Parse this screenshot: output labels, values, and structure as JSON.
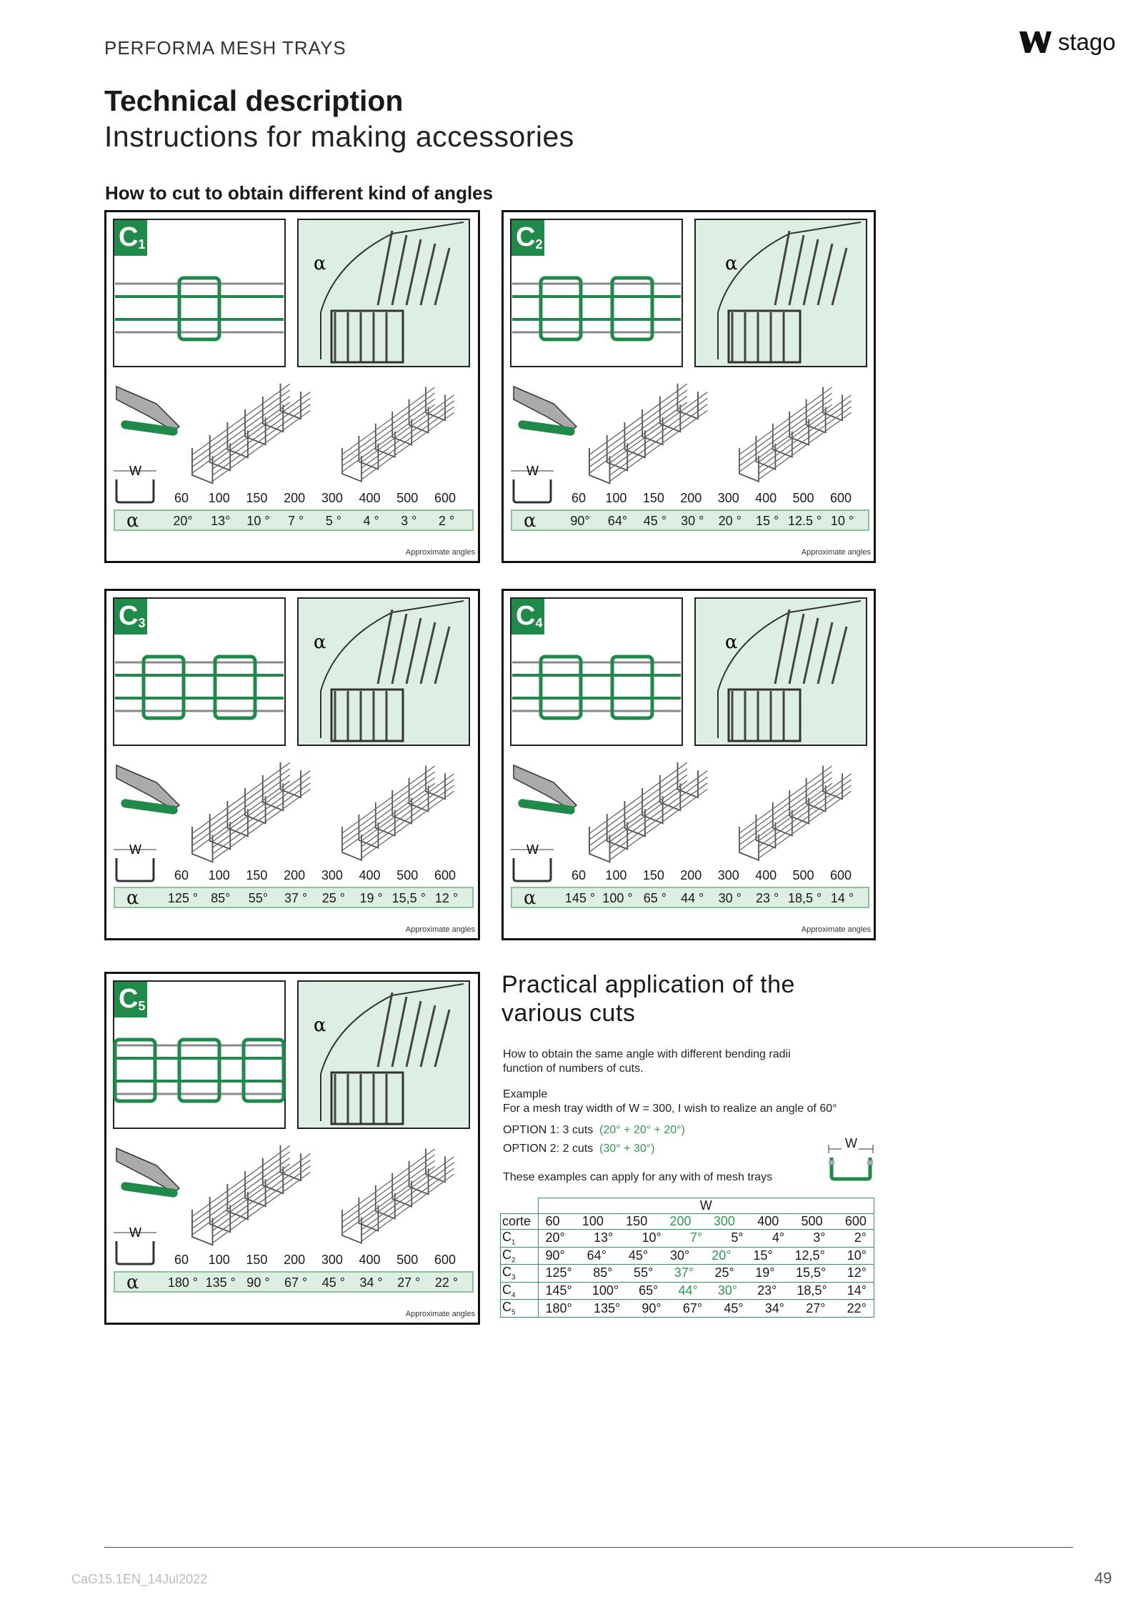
{
  "header": {
    "running_title": "PERFORMA MESH TRAYS",
    "logo_text": "stago"
  },
  "title": "Technical description",
  "subtitle": "Instructions for making accessories",
  "section_heading": "How to cut to obtain different kind of angles",
  "panels": [
    {
      "code": "C",
      "sub": "1",
      "widths": [
        "60",
        "100",
        "150",
        "200",
        "300",
        "400",
        "500",
        "600"
      ],
      "angles": [
        "20°",
        "13°",
        "10 °",
        "7 °",
        "5 °",
        "4 °",
        "3 °",
        "2 °"
      ],
      "approx": "Approximate angles"
    },
    {
      "code": "C",
      "sub": "2",
      "widths": [
        "60",
        "100",
        "150",
        "200",
        "300",
        "400",
        "500",
        "600"
      ],
      "angles": [
        "90°",
        "64°",
        "45 °",
        "30 °",
        "20 °",
        "15 °",
        "12.5 °",
        "10 °"
      ],
      "approx": "Approximate angles"
    },
    {
      "code": "C",
      "sub": "3",
      "widths": [
        "60",
        "100",
        "150",
        "200",
        "300",
        "400",
        "500",
        "600"
      ],
      "angles": [
        "125 °",
        "85°",
        "55°",
        "37 °",
        "25 °",
        "19 °",
        "15,5 °",
        "12 °"
      ],
      "approx": "Approximate angles"
    },
    {
      "code": "C",
      "sub": "4",
      "widths": [
        "60",
        "100",
        "150",
        "200",
        "300",
        "400",
        "500",
        "600"
      ],
      "angles": [
        "145 °",
        "100 °",
        "65 °",
        "44 °",
        "30 °",
        "23 °",
        "18,5 °",
        "14 °"
      ],
      "approx": "Approximate angles"
    },
    {
      "code": "C",
      "sub": "5",
      "widths": [
        "60",
        "100",
        "150",
        "200",
        "300",
        "400",
        "500",
        "600"
      ],
      "angles": [
        "180 °",
        "135 °",
        "90 °",
        "67 °",
        "45 °",
        "34 °",
        "27 °",
        "22 °"
      ],
      "approx": "Approximate angles"
    }
  ],
  "labels": {
    "alpha": "α",
    "width_symbol": "W"
  },
  "practical": {
    "title_line1": "Practical application of the",
    "title_line2": "various cuts",
    "intro_line1": "How to obtain the same angle with different bending radii",
    "intro_line2": "function of numbers of cuts.",
    "example_label": "Example",
    "example_text": "For a mesh tray width of W = 300, I wish to realize an angle of 60°",
    "option1_label": "OPTION 1: 3 cuts",
    "option1_value": "(20° + 20° + 20°)",
    "option2_label": "OPTION 2: 2 cuts",
    "option2_value": "(30° + 30°)",
    "note": "These examples can apply for any with of mesh trays"
  },
  "cut_table": {
    "header": "W",
    "corner_label": "corte",
    "widths": [
      "60",
      "100",
      "150",
      "200",
      "300",
      "400",
      "500",
      "600"
    ],
    "rows": [
      {
        "code": "C",
        "sub": "1",
        "values": [
          "20°",
          "13°",
          "10°",
          "7°",
          "5°",
          "4°",
          "3°",
          "2°"
        ]
      },
      {
        "code": "C",
        "sub": "2",
        "values": [
          "90°",
          "64°",
          "45°",
          "30°",
          "20°",
          "15°",
          "12,5°",
          "10°"
        ]
      },
      {
        "code": "C",
        "sub": "3",
        "values": [
          "125°",
          "85°",
          "55°",
          "37°",
          "25°",
          "19°",
          "15,5°",
          "12°"
        ]
      },
      {
        "code": "C",
        "sub": "4",
        "values": [
          "145°",
          "100°",
          "65°",
          "44°",
          "30°",
          "23°",
          "18,5°",
          "14°"
        ]
      },
      {
        "code": "C",
        "sub": "5",
        "values": [
          "180°",
          "135°",
          "90°",
          "67°",
          "45°",
          "34°",
          "27°",
          "22°"
        ]
      }
    ],
    "highlight_columns": [
      "200",
      "300"
    ]
  },
  "footer": {
    "doc_code": "CaG15.1EN_14Jul2022",
    "page_number": "49"
  },
  "colors": {
    "accent": "#1f8a4a",
    "panel_fill": "#ddeee2",
    "table_border": "#2f9a52"
  }
}
